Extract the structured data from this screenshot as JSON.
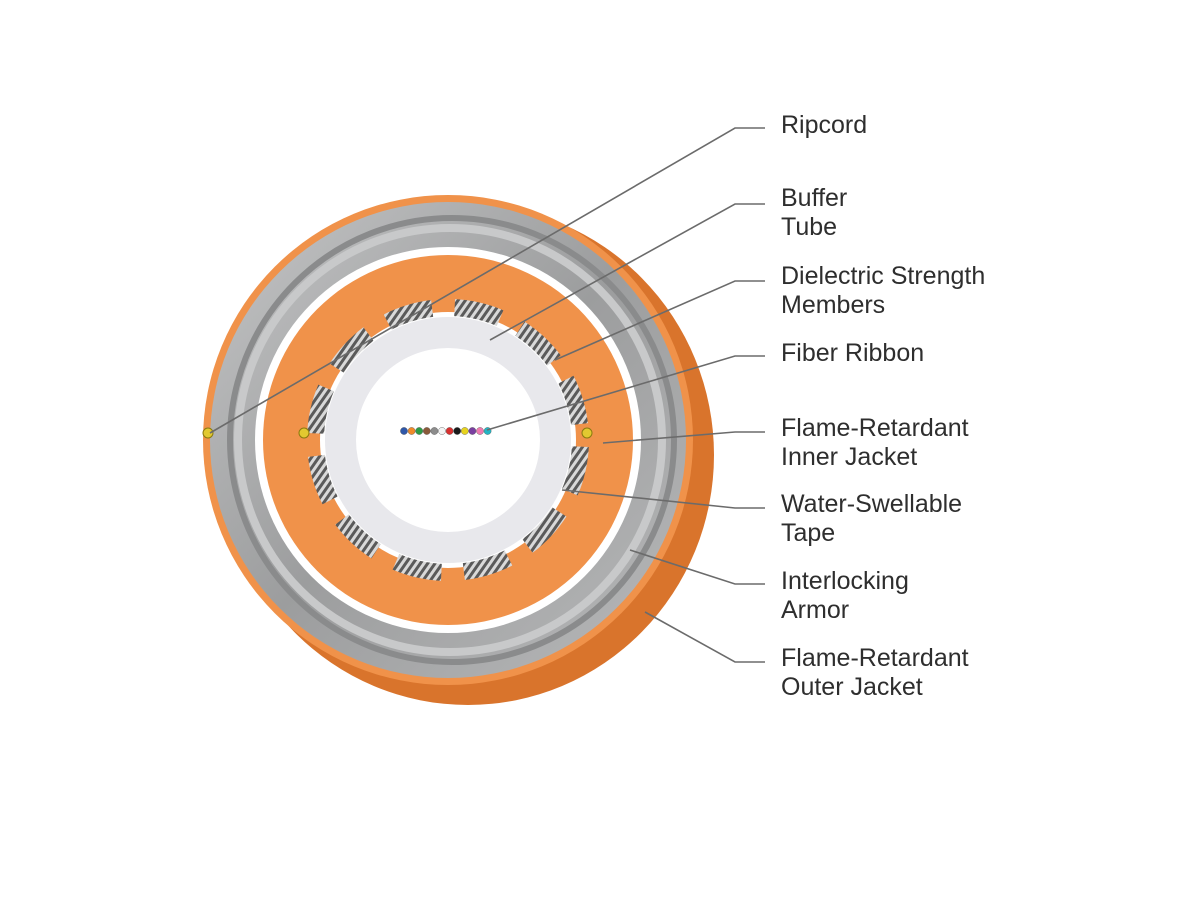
{
  "diagram": {
    "colors": {
      "jacket": "#f0924a",
      "jacket_shadow": "#d9742c",
      "armor": "#a9aaab",
      "armor_dark": "#8a8b8c",
      "tube": "#e8e8ec",
      "leader": "#6b6b6b",
      "text": "#2e2e2e"
    },
    "labels": [
      {
        "id": "ripcord",
        "lines": [
          "Ripcord"
        ]
      },
      {
        "id": "buffer-tube",
        "lines": [
          "Buffer",
          "Tube"
        ]
      },
      {
        "id": "dielectric-strength-members",
        "lines": [
          "Dielectric Strength",
          "Members"
        ]
      },
      {
        "id": "fiber-ribbon",
        "lines": [
          "Fiber Ribbon"
        ]
      },
      {
        "id": "inner-jacket",
        "lines": [
          "Flame-Retardant",
          "Inner Jacket"
        ]
      },
      {
        "id": "water-swellable-tape",
        "lines": [
          "Water-Swellable",
          "Tape"
        ]
      },
      {
        "id": "interlocking-armor",
        "lines": [
          "Interlocking",
          "Armor"
        ]
      },
      {
        "id": "outer-jacket",
        "lines": [
          "Flame-Retardant",
          "Outer Jacket"
        ]
      }
    ],
    "fiber_colors": [
      "#2f57a8",
      "#f08a2a",
      "#2e9a45",
      "#8a5a3a",
      "#8c8c8c",
      "#f4f4f4",
      "#d9302f",
      "#1a1a1a",
      "#e6d21e",
      "#7a3fa0",
      "#f07ab0",
      "#23b5c4"
    ]
  }
}
